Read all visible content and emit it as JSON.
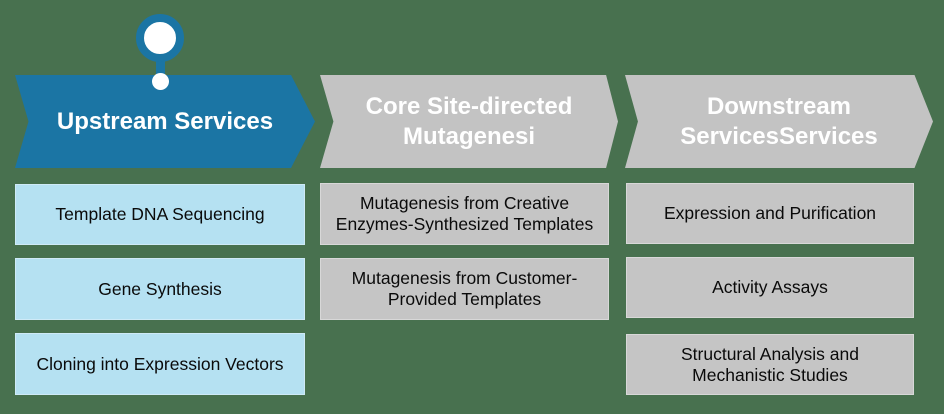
{
  "colors": {
    "background_green": "#48714F",
    "accent_blue": "#1B75A4",
    "light_blue_box": "#B5E1F2",
    "gray": "#C3C3C3",
    "header_text": "#FFFFFF",
    "box_text": "#000000"
  },
  "pin": {
    "icon": "milestone-pin-icon"
  },
  "stages": [
    {
      "title": "Upstream Services",
      "items": [
        "Template DNA Sequencing",
        "Gene Synthesis",
        "Cloning into Expression Vectors"
      ]
    },
    {
      "title": "Core Site-directed Mutagenesi",
      "items": [
        "Mutagenesis from Creative Enzymes-Synthesized Templates",
        "Mutagenesis from Customer-Provided Templates"
      ]
    },
    {
      "title": "Downstream ServicesServices",
      "items": [
        "Expression and Purification",
        "Activity Assays",
        "Structural Analysis and Mechanistic Studies"
      ]
    }
  ]
}
